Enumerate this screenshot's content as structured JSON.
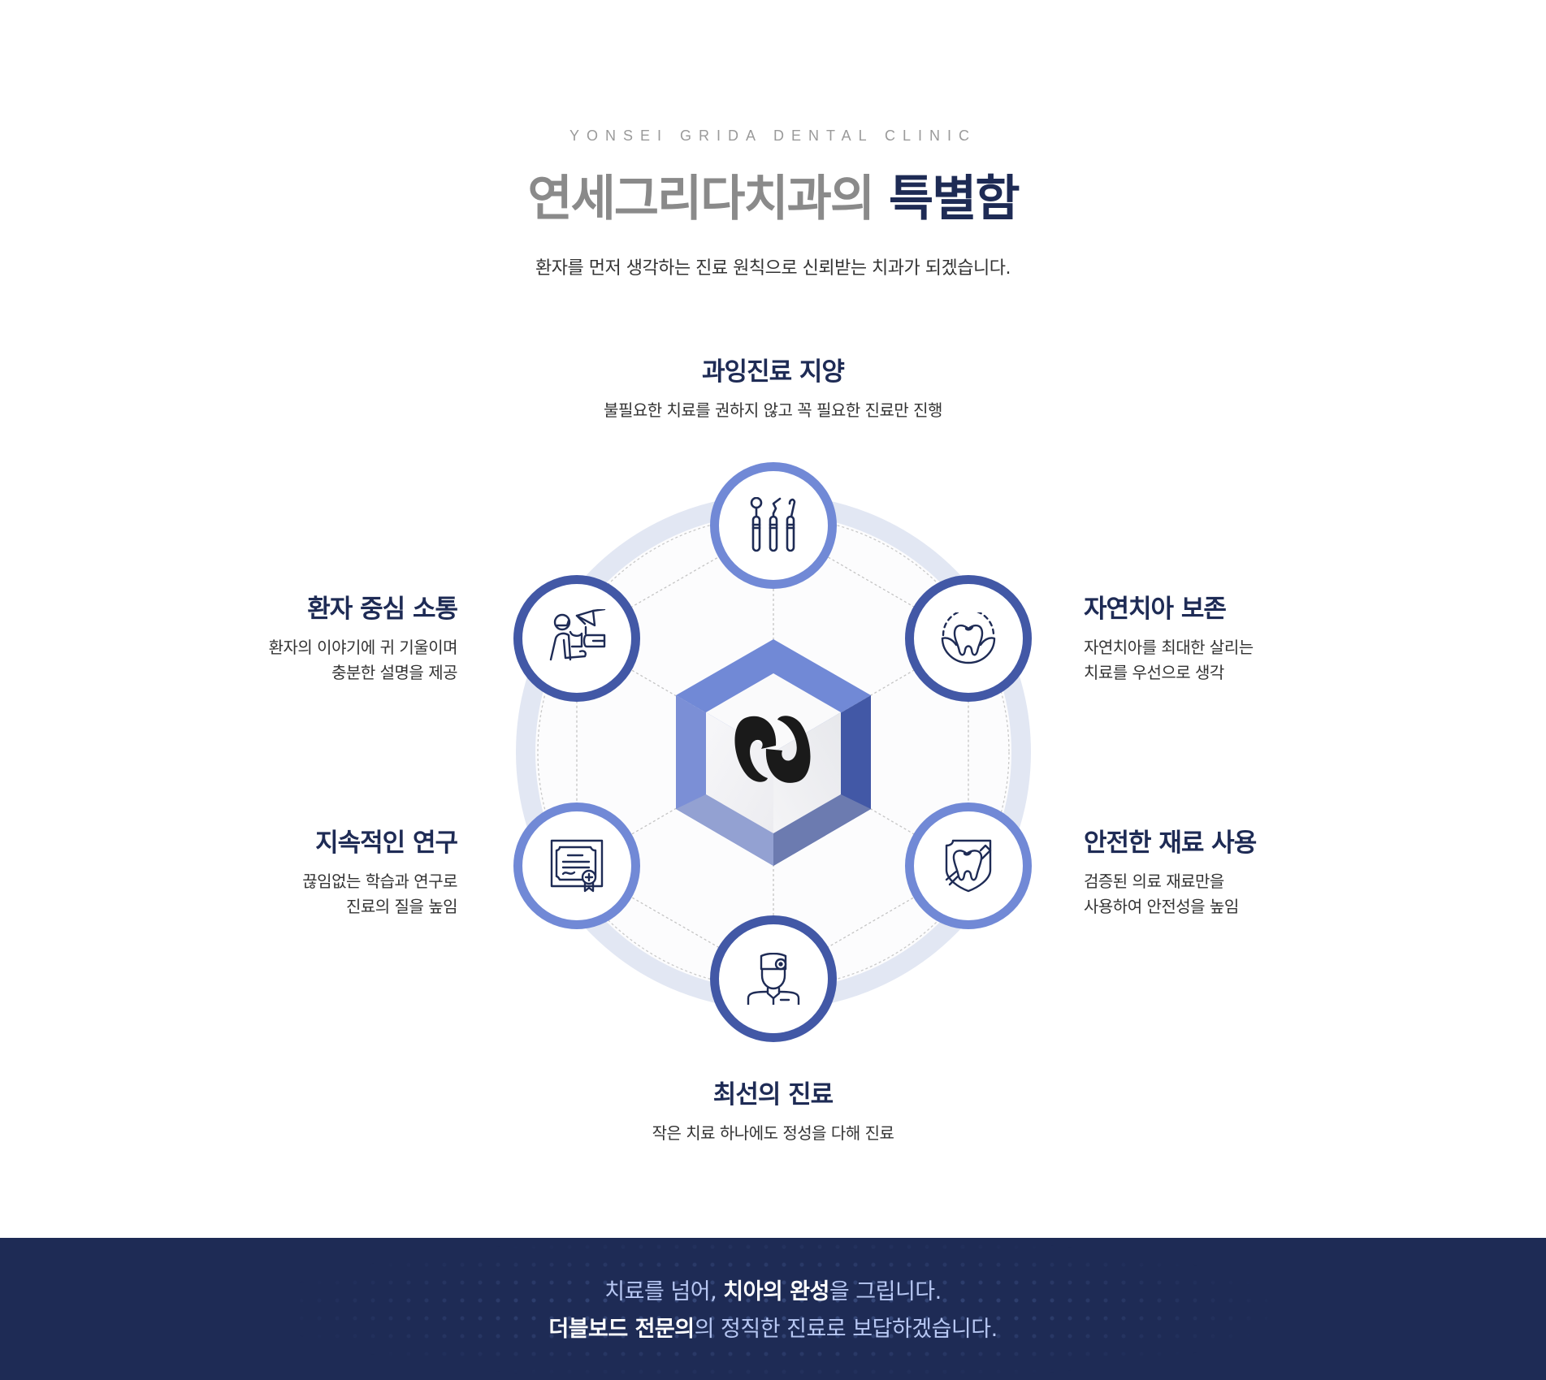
{
  "header": {
    "eyebrow": "YONSEI GRIDA DENTAL CLINIC",
    "title_main": "연세그리다치과의 ",
    "title_accent": "특별함",
    "subtitle": "환자를 먼저 생각하는 진료 원칙으로 신뢰받는 치과가 되겠습니다."
  },
  "features": [
    {
      "id": "top",
      "title": "과잉진료 지양",
      "desc": [
        "불필요한 치료를 권하지 않고 꼭 필요한 진료만 진행"
      ],
      "icon": "dental-tools-icon"
    },
    {
      "id": "left-a",
      "title": "환자 중심 소통",
      "desc": [
        "환자의 이야기에 귀 기울이며",
        "충분한 설명을 제공"
      ],
      "icon": "dentist-patient-icon"
    },
    {
      "id": "right-a",
      "title": "자연치아 보존",
      "desc": [
        "자연치아를 최대한 살리는",
        "치료를 우선으로 생각"
      ],
      "icon": "tooth-gum-icon"
    },
    {
      "id": "left-b",
      "title": "지속적인 연구",
      "desc": [
        "끊임없는 학습과 연구로",
        "진료의 질을 높임"
      ],
      "icon": "certificate-icon"
    },
    {
      "id": "right-b",
      "title": "안전한 재료 사용",
      "desc": [
        "검증된 의료 재료만을",
        "사용하여 안전성을 높임"
      ],
      "icon": "tooth-shield-icon"
    },
    {
      "id": "bottom",
      "title": "최선의 진료",
      "desc": [
        "작은 치료 하나에도 정성을 다해 진료"
      ],
      "icon": "dentist-icon"
    }
  ],
  "center": {
    "icon": "clinic-logo-icon"
  },
  "colors": {
    "navy": "#1e2b55",
    "blue_light": "#7189d6",
    "blue_dark": "#4258a6",
    "ring": "#e2e7f3",
    "title_gray": "#8a8a8a"
  },
  "banner": {
    "line1": [
      {
        "text": "치료를 넘어, ",
        "hl": false
      },
      {
        "text": "치아의 완성",
        "hl": true
      },
      {
        "text": "을 그립니다.",
        "hl": false
      }
    ],
    "line2": [
      {
        "text": "더블보드 전문의",
        "hl": true
      },
      {
        "text": "의 정직한 진료로 보답하겠습니다.",
        "hl": false
      }
    ]
  }
}
